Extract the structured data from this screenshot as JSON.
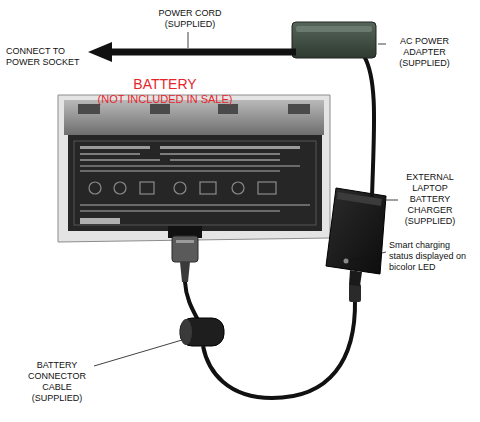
{
  "diagram": {
    "labels": [
      "POWER CORD (SUPPLIED)",
      "AC POWER ADAPTER (SUPPLIED)",
      "CONNECT TO POWER SOCKET",
      "BATTERY",
      "(NOT INCLUDED IN SALE)",
      "EXTERNAL LAPTOP BATTERY CHARGER (SUPPLIED)",
      "Smart charging status displayed on bicolor LED",
      "BATTERY CONNECTOR CABLE (SUPPLIED)"
    ]
  }
}
